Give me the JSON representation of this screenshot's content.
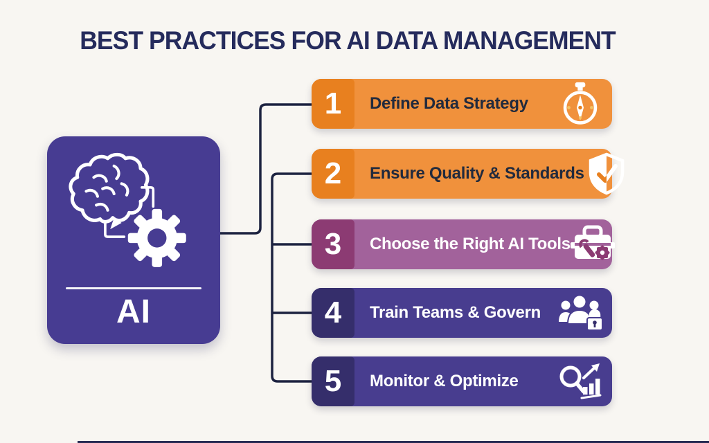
{
  "title": "BEST PRACTICES FOR AI DATA MANAGEMENT",
  "ai_card": {
    "label": "AI",
    "icon": "brain-gear-icon"
  },
  "steps": [
    {
      "number": "1",
      "label": "Define Data Strategy",
      "icon": "compass-icon",
      "body_color": "#F0913C",
      "tab_color": "#E8801F",
      "text_color": "#212A3D"
    },
    {
      "number": "2",
      "label": "Ensure Quality & Standards",
      "icon": "shield-check-icon",
      "body_color": "#F0913C",
      "tab_color": "#E8801F",
      "text_color": "#212A3D"
    },
    {
      "number": "3",
      "label": "Choose the Right AI Tools",
      "icon": "toolbox-icon",
      "body_color": "#A2629B",
      "tab_color": "#8C3B73",
      "text_color": "#FFFFFF"
    },
    {
      "number": "4",
      "label": "Train Teams & Govern",
      "icon": "team-lock-icon",
      "body_color": "#483D8F",
      "tab_color": "#352E6B",
      "text_color": "#FFFFFF"
    },
    {
      "number": "5",
      "label": "Monitor & Optimize",
      "icon": "search-chart-icon",
      "body_color": "#483D8F",
      "tab_color": "#352E6B",
      "text_color": "#FFFFFF"
    }
  ],
  "colors": {
    "background": "#F8F6F2",
    "title_text": "#252B5C",
    "ai_card": "#473C92",
    "connector_line": "#1C2240",
    "bottom_edge": "#272C54"
  }
}
